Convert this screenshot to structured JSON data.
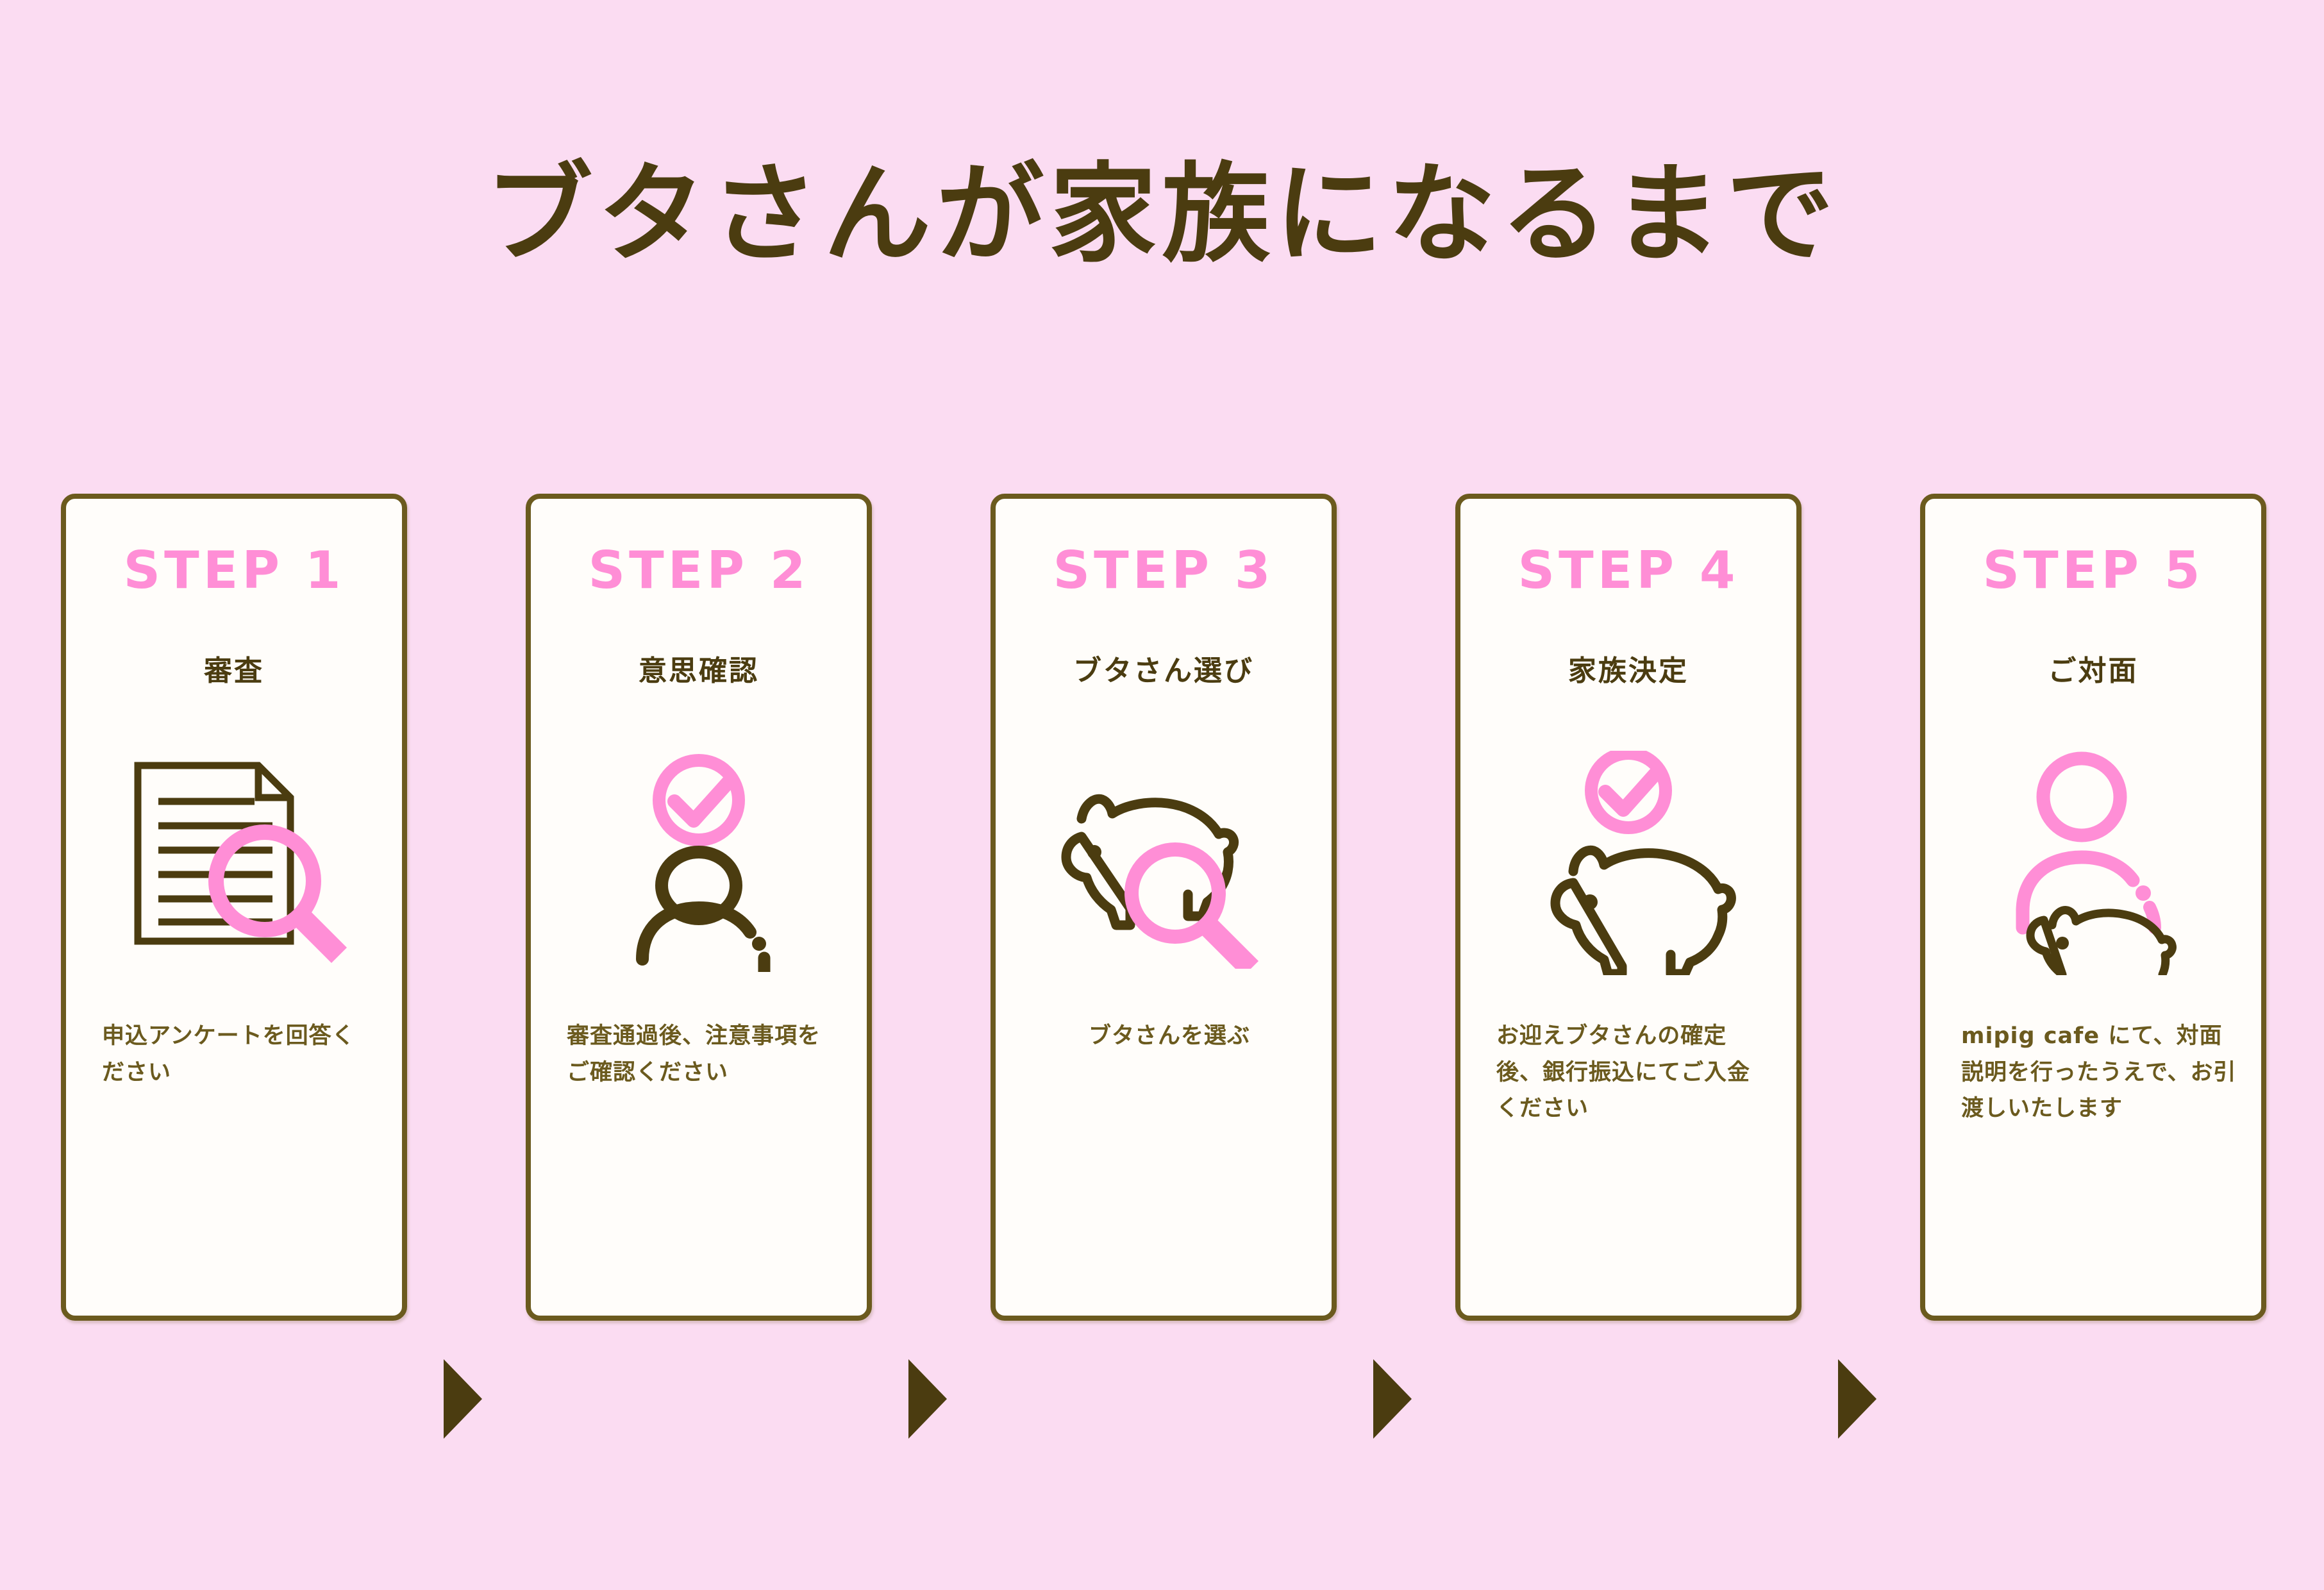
{
  "page": {
    "title": "ブタさんが家族になるまで",
    "background_color": "#FBDCF2",
    "accent_pink": "#FF8ED6",
    "ink_brown": "#4B3C10",
    "border_brown": "#6B5A1E"
  },
  "steps": [
    {
      "label": "STEP 1",
      "subtitle": "審査",
      "body": "申込アンケートを回答ください",
      "icon": "document-magnifier-icon"
    },
    {
      "label": "STEP 2",
      "subtitle": "意思確認",
      "body": "審査通過後、注意事項をご確認ください",
      "icon": "person-check-icon"
    },
    {
      "label": "STEP 3",
      "subtitle": "ブタさん選び",
      "body": "ブタさんを選ぶ",
      "icon": "pig-magnifier-icon"
    },
    {
      "label": "STEP 4",
      "subtitle": "家族決定",
      "body": "お迎えブタさんの確定後、銀行振込にてご入金ください",
      "icon": "pig-check-icon"
    },
    {
      "label": "STEP 5",
      "subtitle": "ご対面",
      "body": "mipig cafe にて、対面説明を行ったうえで、お引渡しいたします",
      "icon": "person-pig-icon"
    }
  ],
  "arrows": {
    "glyph": "right-triangle-arrow",
    "count": 4
  }
}
